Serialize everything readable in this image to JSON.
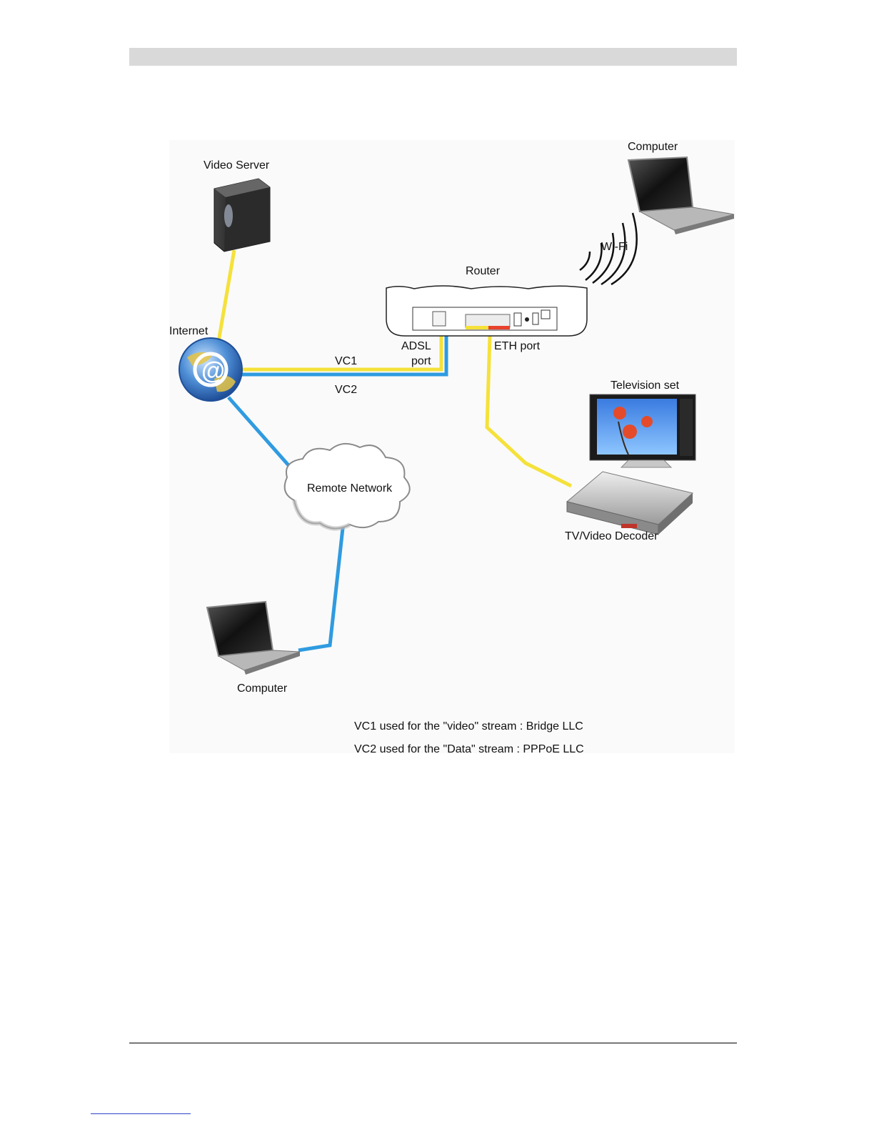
{
  "diagram": {
    "labels": {
      "video_server": "Video Server",
      "computer_top": "Computer",
      "wifi": "Wi-Fi",
      "router": "Router",
      "internet": "Internet",
      "adsl_line1": "ADSL",
      "adsl_line2": "port",
      "eth_port": "ETH port",
      "vc1": "VC1",
      "vc2": "VC2",
      "television_set": "Television set",
      "remote_network": "Remote Network",
      "tv_video_decoder": "TV/Video Decoder",
      "computer_bottom": "Computer"
    },
    "notes": {
      "vc1_note": "VC1 used for the \"video\" stream : Bridge LLC",
      "vc2_note": "VC2 used for the \"Data\" stream : PPPoE LLC"
    },
    "colors": {
      "video_link": "#f5e13a",
      "data_link": "#2f9be0"
    }
  }
}
